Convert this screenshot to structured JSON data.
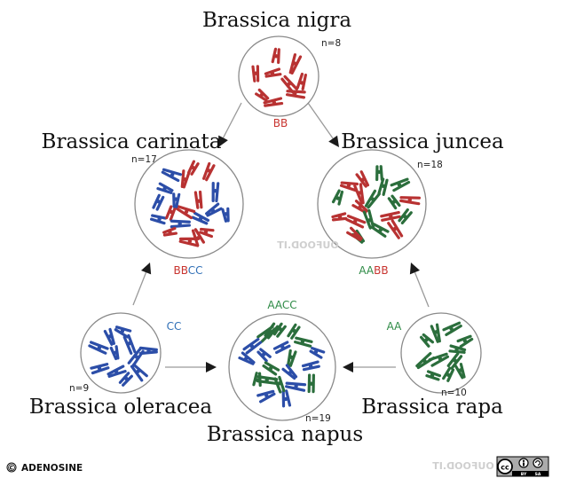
{
  "species": {
    "nigra": {
      "name": "Brassica nigra",
      "count": "n=8",
      "genome": [
        {
          "text": "BB",
          "color": "#c8342f"
        }
      ]
    },
    "carinata": {
      "name": "Brassica carinata",
      "count": "n=17",
      "genome": [
        {
          "text": "BB",
          "color": "#c8342f"
        },
        {
          "text": "CC",
          "color": "#2f6fb6"
        }
      ]
    },
    "juncea": {
      "name": "Brassica juncea",
      "count": "n=18",
      "genome": [
        {
          "text": "AA",
          "color": "#2e8b46"
        },
        {
          "text": "BB",
          "color": "#c8342f"
        }
      ]
    },
    "oleracea": {
      "name": "Brassica oleracea",
      "count": "n=9",
      "genome": [
        {
          "text": "CC",
          "color": "#2f6fb6"
        }
      ]
    },
    "napus": {
      "name": "Brassica napus",
      "count": "n=19",
      "genome": [
        {
          "text": "AA",
          "color": "#2e8b46"
        },
        {
          "text": "CC",
          "color": "#2e8b46"
        }
      ]
    },
    "rapa": {
      "name": "Brassica rapa",
      "count": "n=10",
      "genome": [
        {
          "text": "AA",
          "color": "#2e8b46"
        }
      ]
    }
  },
  "colors": {
    "A": "#2b6e3c",
    "B": "#b83232",
    "C": "#2c4ea8",
    "circle": "#8a8a8a",
    "arrow": "#9a9a9a",
    "arrowhead": "#1a1a1a"
  },
  "watermarks": [
    "OUFOOD.IT",
    "OUFOOD.IT"
  ],
  "footer": {
    "copyright_symbol": "©",
    "brand": "ADENOSINE"
  },
  "license": {
    "main": "cc",
    "badges": [
      "BY",
      "SA"
    ]
  }
}
